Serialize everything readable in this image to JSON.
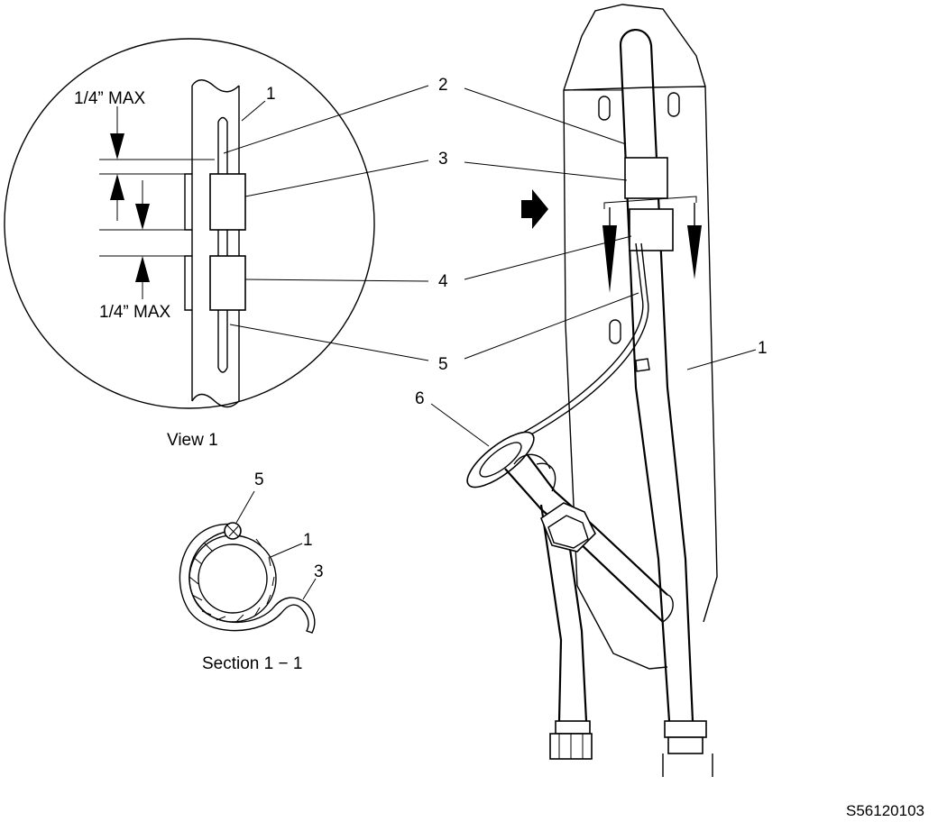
{
  "view": {
    "title": "View 1",
    "dim_top": "1/4” MAX",
    "dim_bottom": "1/4” MAX",
    "callouts": {
      "c1": "1"
    }
  },
  "section": {
    "title": "Section 1 − 1",
    "callouts": {
      "c5": "5",
      "c1": "1",
      "c3": "3"
    }
  },
  "main": {
    "callouts": {
      "c2": "2",
      "c3": "3",
      "c4": "4",
      "c5": "5",
      "c1": "1",
      "c6": "6"
    }
  },
  "figure_id": "S56120103",
  "colors": {
    "ink": "#000000",
    "paper": "#ffffff"
  }
}
